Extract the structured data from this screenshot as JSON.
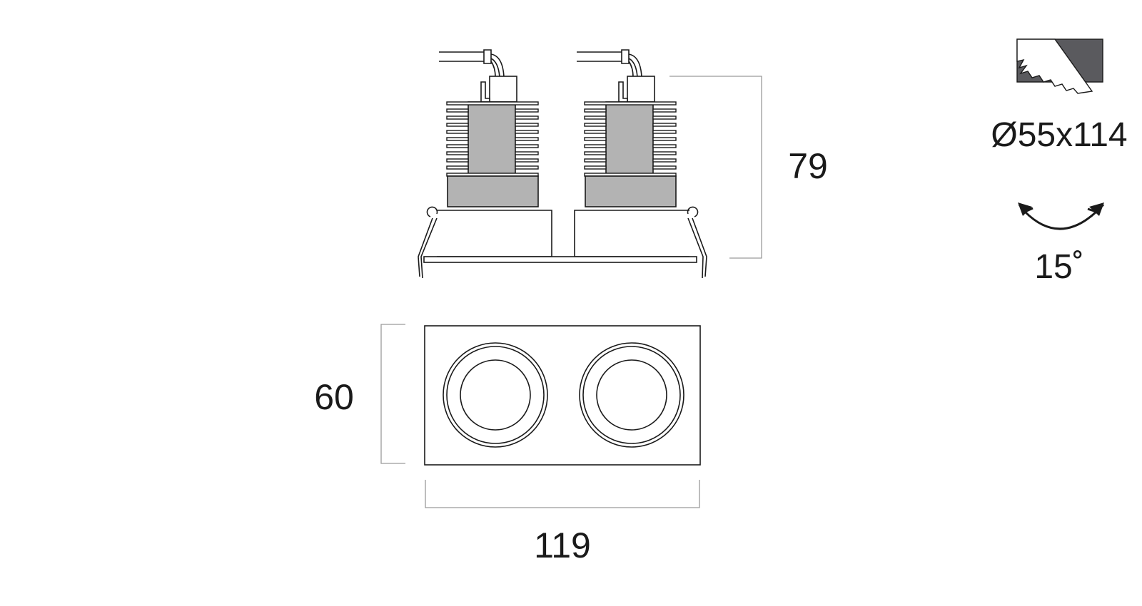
{
  "dimensions": {
    "height_side": "79",
    "height_front": "60",
    "width_front": "119"
  },
  "cutout": {
    "label": "Ø55x114",
    "icon": "ceiling-cutout-icon"
  },
  "tilt": {
    "label": "15˚",
    "icon": "tilt-arc-arrows-icon"
  },
  "colors": {
    "line": "#1a1a1a",
    "dimension_line": "#9a9a9a",
    "heatsink_fill": "#b3b3b3",
    "cutout_dark": "#5a5a5e"
  }
}
